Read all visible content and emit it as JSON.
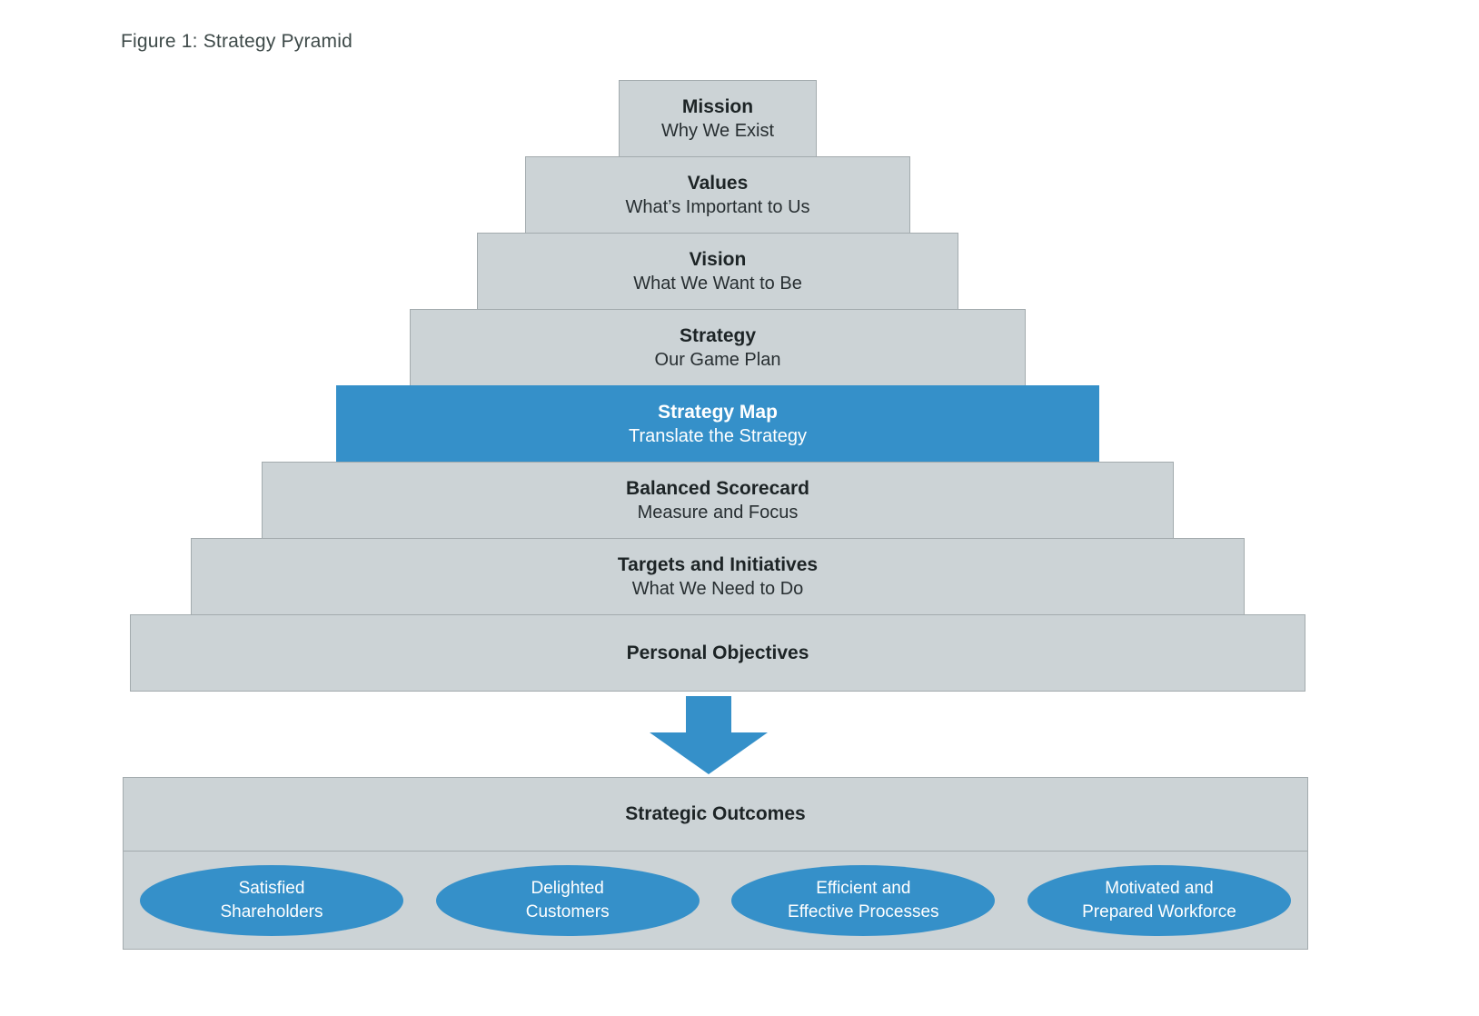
{
  "figure": {
    "title": "Figure 1: Strategy Pyramid"
  },
  "pyramid": {
    "layers": [
      {
        "title": "Mission",
        "subtitle": "Why We Exist"
      },
      {
        "title": "Values",
        "subtitle": "What’s Important to Us"
      },
      {
        "title": "Vision",
        "subtitle": "What We Want to Be"
      },
      {
        "title": "Strategy",
        "subtitle": "Our Game Plan"
      },
      {
        "title": "Strategy Map",
        "subtitle": "Translate the Strategy"
      },
      {
        "title": "Balanced Scorecard",
        "subtitle": "Measure and Focus"
      },
      {
        "title": "Targets and Initiatives",
        "subtitle": "What We Need to Do"
      },
      {
        "title": "Personal Objectives"
      }
    ]
  },
  "outcomes": {
    "title": "Strategic Outcomes",
    "items": [
      {
        "line1": "Satisfied",
        "line2": "Shareholders"
      },
      {
        "line1": "Delighted",
        "line2": "Customers"
      },
      {
        "line1": "Efficient and",
        "line2": "Effective Processes"
      },
      {
        "line1": "Motivated and",
        "line2": "Prepared Workforce"
      }
    ]
  },
  "colors": {
    "accent_blue": "#3590c9",
    "layer_gray": "#ccd3d6"
  }
}
